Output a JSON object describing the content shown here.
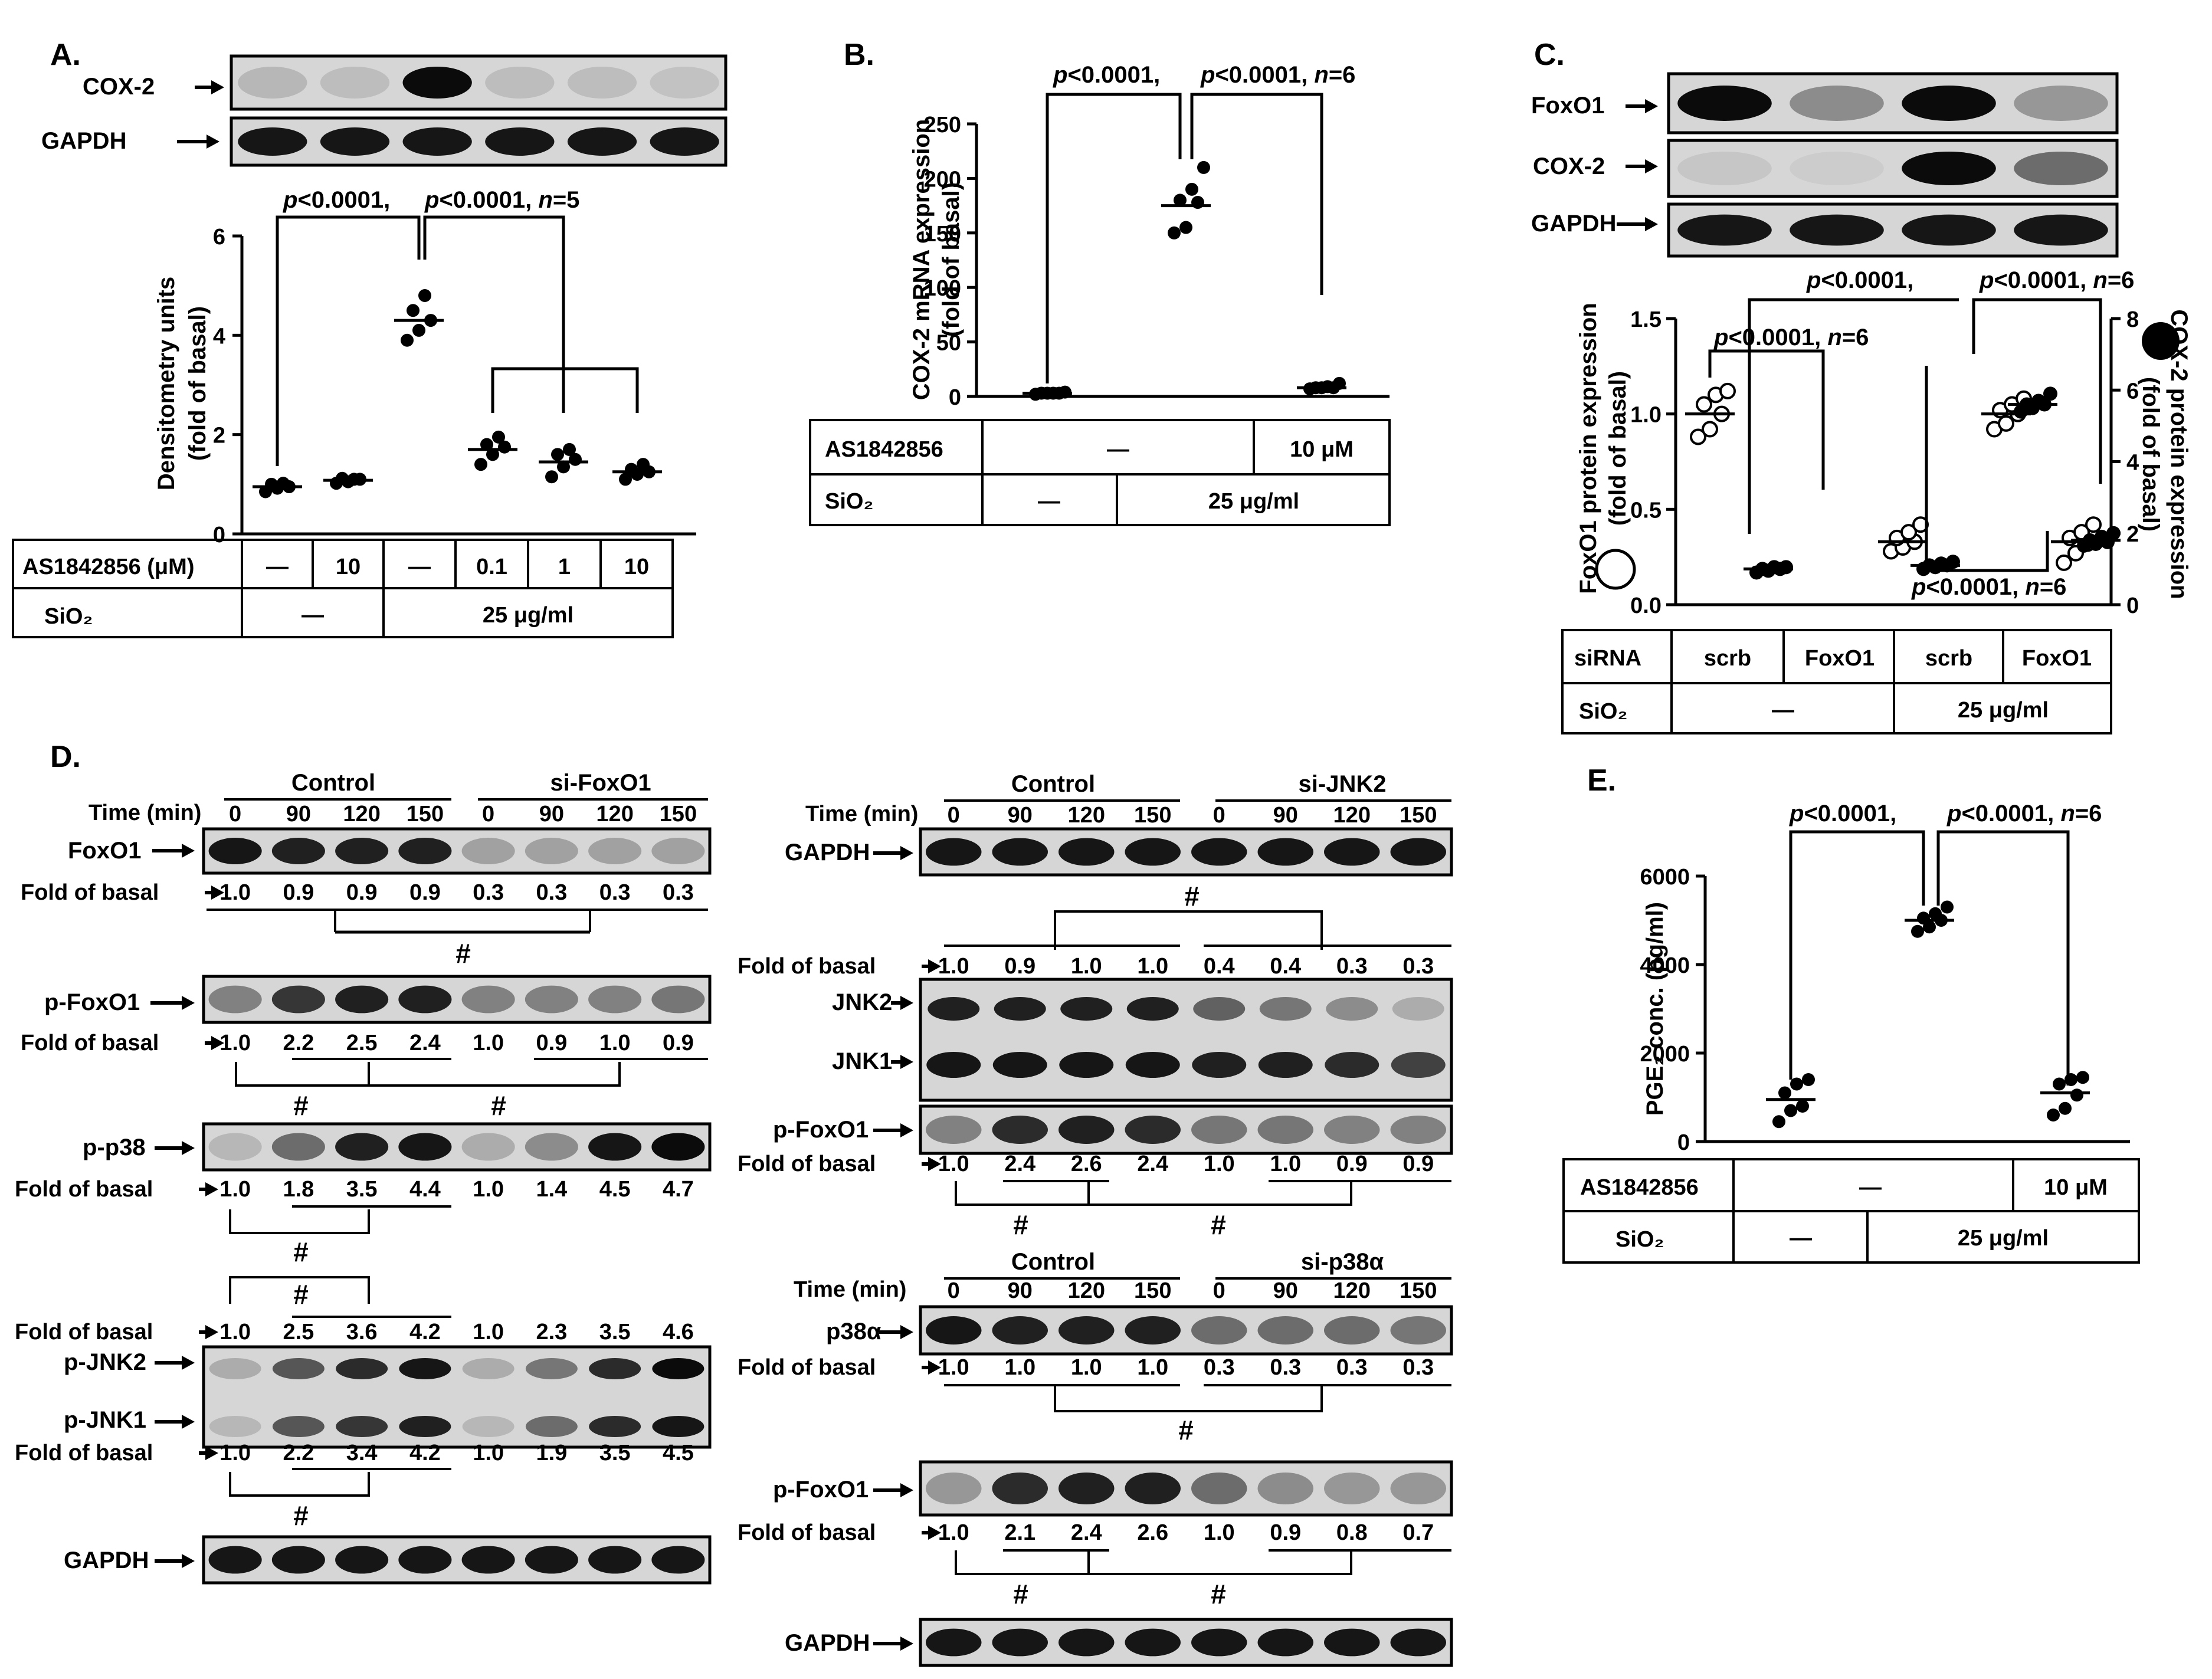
{
  "panels": {
    "A": {
      "label": "A.",
      "blots": [
        {
          "name": "COX-2",
          "bands": [
            0.15,
            0.12,
            0.95,
            0.12,
            0.12,
            0.1
          ]
        },
        {
          "name": "GAPDH",
          "bands": [
            0.9,
            0.9,
            0.9,
            0.9,
            0.9,
            0.9
          ]
        }
      ],
      "stat": [
        "p<0.0001,",
        "p<0.0001,",
        "n=5"
      ],
      "ylabel": [
        "Densitometry units",
        "(fold of basal)"
      ],
      "yticks": [
        "0",
        "2",
        "4",
        "6"
      ],
      "table": {
        "row1_label": "AS1842856 (μM)",
        "row1": [
          "—",
          "10",
          "—",
          "0.1",
          "1",
          "10"
        ],
        "row2_label": "SiO₂",
        "row2": [
          "—",
          "25 μg/ml"
        ]
      },
      "chart_data": {
        "type": "scatter",
        "ylim": [
          0,
          6
        ],
        "groups": [
          {
            "mean": 0.95,
            "sem": 0.05,
            "points": [
              0.85,
              0.92,
              0.95,
              1.0,
              1.02
            ]
          },
          {
            "mean": 1.08,
            "sem": 0.04,
            "points": [
              1.02,
              1.05,
              1.1,
              1.12,
              1.1
            ]
          },
          {
            "mean": 4.3,
            "sem": 0.2,
            "points": [
              3.9,
              4.1,
              4.3,
              4.5,
              4.8
            ]
          },
          {
            "mean": 1.7,
            "sem": 0.15,
            "points": [
              1.4,
              1.6,
              1.75,
              1.8,
              1.95
            ]
          },
          {
            "mean": 1.45,
            "sem": 0.15,
            "points": [
              1.15,
              1.35,
              1.5,
              1.6,
              1.7
            ]
          },
          {
            "mean": 1.25,
            "sem": 0.1,
            "points": [
              1.1,
              1.2,
              1.25,
              1.3,
              1.4
            ]
          }
        ]
      }
    },
    "B": {
      "label": "B.",
      "stat": [
        "p<0.0001,",
        "p<0.0001,",
        "n=6"
      ],
      "ylabel": [
        "COX-2 mRNA expression",
        "(fold of basal)"
      ],
      "yticks": [
        "0",
        "50",
        "100",
        "150",
        "200",
        "250"
      ],
      "table": {
        "row1_label": "AS1842856",
        "row1": [
          "—",
          "10 μM"
        ],
        "row2_label": "SiO₂",
        "row2": [
          "—",
          "25 μg/ml"
        ]
      },
      "chart_data": {
        "type": "scatter",
        "ylim": [
          0,
          250
        ],
        "groups": [
          {
            "mean": 3,
            "sem": 0.3,
            "points": [
              2,
              3,
              3,
              3,
              3,
              4
            ]
          },
          {
            "mean": 175,
            "sem": 10,
            "points": [
              150,
              155,
              178,
              180,
              190,
              210
            ]
          },
          {
            "mean": 8,
            "sem": 1,
            "points": [
              7,
              8,
              8,
              8,
              9,
              12
            ]
          }
        ]
      }
    },
    "C": {
      "label": "C.",
      "blots": [
        {
          "name": "FoxO1",
          "bands": [
            0.95,
            0.35,
            0.95,
            0.3
          ]
        },
        {
          "name": "COX-2",
          "bands": [
            0.08,
            0.05,
            0.95,
            0.5
          ]
        },
        {
          "name": "GAPDH",
          "bands": [
            0.9,
            0.9,
            0.9,
            0.9
          ]
        }
      ],
      "stat_top": [
        "p<0.0001,",
        "p<0.0001,",
        "n=6"
      ],
      "stat_mid": [
        "p<0.0001,",
        "n=6"
      ],
      "stat_bot": [
        "p<0.0001,",
        "n=6"
      ],
      "ylabel_left": [
        "FoxO1 protein expression",
        "(fold of basal)"
      ],
      "ylabel_right": [
        "COX-2 protein expression",
        "(fold of basal)"
      ],
      "yticks_left": [
        "0.0",
        "0.5",
        "1.0",
        "1.5"
      ],
      "yticks_right": [
        "0",
        "2",
        "4",
        "6",
        "8"
      ],
      "table": {
        "row1_label": "siRNA",
        "row1": [
          "scrb",
          "FoxO1",
          "scrb",
          "FoxO1"
        ],
        "row2_label": "SiO₂",
        "row2": [
          "—",
          "25 μg/ml"
        ]
      },
      "chart_data": {
        "type": "scatter",
        "series": [
          {
            "name": "FoxO1",
            "axis": "left",
            "ylim": [
              0,
              1.5
            ],
            "groups": [
              {
                "mean": 1.0,
                "points": [
                  0.88,
                  0.92,
                  1.0,
                  1.05,
                  1.1,
                  1.12
                ]
              },
              {
                "mean": 0.33,
                "points": [
                  0.28,
                  0.3,
                  0.33,
                  0.35,
                  0.38,
                  0.42
                ]
              },
              {
                "mean": 1.0,
                "points": [
                  0.92,
                  0.95,
                  1.0,
                  1.02,
                  1.05,
                  1.08
                ]
              },
              {
                "mean": 0.33,
                "points": [
                  0.22,
                  0.27,
                  0.32,
                  0.35,
                  0.38,
                  0.42
                ]
              }
            ]
          },
          {
            "name": "COX-2",
            "axis": "right",
            "ylim": [
              0,
              8
            ],
            "groups": [
              {
                "mean": 1.0,
                "points": [
                  0.9,
                  0.95,
                  1.0,
                  1.0,
                  1.05,
                  1.05
                ]
              },
              {
                "mean": 1.1,
                "points": [
                  1.0,
                  1.05,
                  1.1,
                  1.1,
                  1.15,
                  1.2
                ]
              },
              {
                "mean": 5.6,
                "points": [
                  5.4,
                  5.5,
                  5.6,
                  5.6,
                  5.7,
                  5.9
                ]
              },
              {
                "mean": 1.8,
                "points": [
                  1.65,
                  1.7,
                  1.75,
                  1.8,
                  1.9,
                  2.0
                ]
              }
            ]
          }
        ]
      }
    },
    "D": {
      "label": "D.",
      "left": {
        "header_groups": [
          "Control",
          "si-FoxO1"
        ],
        "time_label": "Time (min)",
        "times": [
          "0",
          "90",
          "120",
          "150",
          "0",
          "90",
          "120",
          "150"
        ],
        "blots": [
          {
            "name": "FoxO1",
            "bands": [
              0.9,
              0.85,
              0.85,
              0.85,
              0.25,
              0.25,
              0.25,
              0.25
            ],
            "fold": [
              "1.0",
              "0.9",
              "0.9",
              "0.9",
              "0.3",
              "0.3",
              "0.3",
              "0.3"
            ],
            "fold_label": "Fold of basal"
          },
          {
            "name": "p-FoxO1",
            "bands": [
              0.4,
              0.75,
              0.85,
              0.85,
              0.4,
              0.4,
              0.4,
              0.45
            ],
            "fold": [
              "1.0",
              "2.2",
              "2.5",
              "2.4",
              "1.0",
              "0.9",
              "1.0",
              "0.9"
            ],
            "fold_label": "Fold of basal"
          },
          {
            "name": "p-p38",
            "bands": [
              0.15,
              0.5,
              0.85,
              0.9,
              0.2,
              0.35,
              0.9,
              0.95
            ],
            "fold": [
              "1.0",
              "1.8",
              "3.5",
              "4.4",
              "1.0",
              "1.4",
              "4.5",
              "4.7"
            ],
            "fold_label": "Fold of basal"
          },
          {
            "name": "p-JNK2",
            "name2": "p-JNK1",
            "bands": [
              0.2,
              0.6,
              0.8,
              0.9,
              0.2,
              0.45,
              0.8,
              0.95
            ],
            "bands2": [
              0.15,
              0.6,
              0.75,
              0.85,
              0.15,
              0.5,
              0.8,
              0.9
            ],
            "fold_top": [
              "1.0",
              "2.5",
              "3.6",
              "4.2",
              "1.0",
              "2.3",
              "3.5",
              "4.6"
            ],
            "fold": [
              "1.0",
              "2.2",
              "3.4",
              "4.2",
              "1.0",
              "1.9",
              "3.5",
              "4.5"
            ],
            "fold_label": "Fold of basal"
          },
          {
            "name": "GAPDH",
            "bands": [
              0.9,
              0.9,
              0.9,
              0.9,
              0.9,
              0.9,
              0.9,
              0.9
            ]
          }
        ],
        "hash": "#"
      },
      "right": {
        "jnk": {
          "header_groups": [
            "Control",
            "si-JNK2"
          ],
          "time_label": "Time (min)",
          "times": [
            "0",
            "90",
            "120",
            "150",
            "0",
            "90",
            "120",
            "150"
          ],
          "gapdh": {
            "name": "GAPDH",
            "bands": [
              0.9,
              0.9,
              0.9,
              0.9,
              0.9,
              0.9,
              0.9,
              0.9
            ]
          },
          "fold_jnk": [
            "1.0",
            "0.9",
            "1.0",
            "1.0",
            "0.4",
            "0.4",
            "0.3",
            "0.3"
          ],
          "jnk2": {
            "name": "JNK2",
            "bands": [
              0.85,
              0.85,
              0.85,
              0.85,
              0.55,
              0.45,
              0.35,
              0.2
            ]
          },
          "jnk1": {
            "name": "JNK1",
            "bands": [
              0.9,
              0.9,
              0.9,
              0.9,
              0.85,
              0.85,
              0.8,
              0.7
            ]
          },
          "pfoxo": {
            "name": "p-FoxO1",
            "bands": [
              0.4,
              0.8,
              0.85,
              0.8,
              0.45,
              0.45,
              0.4,
              0.4
            ],
            "fold": [
              "1.0",
              "2.4",
              "2.6",
              "2.4",
              "1.0",
              "1.0",
              "0.9",
              "0.9"
            ]
          },
          "fold_label": "Fold of basal"
        },
        "p38": {
          "header_groups": [
            "Control",
            "si-p38α"
          ],
          "time_label": "Time (min)",
          "times": [
            "0",
            "90",
            "120",
            "150",
            "0",
            "90",
            "120",
            "150"
          ],
          "p38a": {
            "name": "p38α",
            "bands": [
              0.9,
              0.85,
              0.85,
              0.85,
              0.5,
              0.5,
              0.5,
              0.45
            ],
            "fold": [
              "1.0",
              "1.0",
              "1.0",
              "1.0",
              "0.3",
              "0.3",
              "0.3",
              "0.3"
            ]
          },
          "pfoxo": {
            "name": "p-FoxO1",
            "bands": [
              0.3,
              0.8,
              0.85,
              0.85,
              0.5,
              0.35,
              0.3,
              0.3
            ],
            "fold": [
              "1.0",
              "2.1",
              "2.4",
              "2.6",
              "1.0",
              "0.9",
              "0.8",
              "0.7"
            ]
          },
          "gapdh": {
            "name": "GAPDH",
            "bands": [
              0.9,
              0.9,
              0.9,
              0.9,
              0.9,
              0.9,
              0.9,
              0.9
            ]
          },
          "fold_label": "Fold of basal"
        },
        "hash": "#"
      }
    },
    "E": {
      "label": "E.",
      "stat": [
        "p<0.0001,",
        "p<0.0001,",
        "n=6"
      ],
      "ylabel": "PGE₂ conc. (pg/ml)",
      "yticks": [
        "0",
        "2000",
        "4000",
        "6000"
      ],
      "table": {
        "row1_label": "AS1842856",
        "row1": [
          "—",
          "10 μM"
        ],
        "row2_label": "SiO₂",
        "row2": [
          "—",
          "25 μg/ml"
        ]
      },
      "chart_data": {
        "type": "scatter",
        "ylim": [
          0,
          6000
        ],
        "groups": [
          {
            "mean": 950,
            "sem": 180,
            "points": [
              450,
              700,
              800,
              1100,
              1300,
              1400
            ]
          },
          {
            "mean": 5000,
            "sem": 80,
            "points": [
              4750,
              4850,
              5000,
              5050,
              5150,
              5300
            ]
          },
          {
            "mean": 1100,
            "sem": 150,
            "points": [
              600,
              750,
              1050,
              1300,
              1400,
              1450
            ]
          }
        ]
      }
    }
  },
  "colors": {
    "ink": "#000000",
    "blot_bg": "#d8d8d8"
  }
}
